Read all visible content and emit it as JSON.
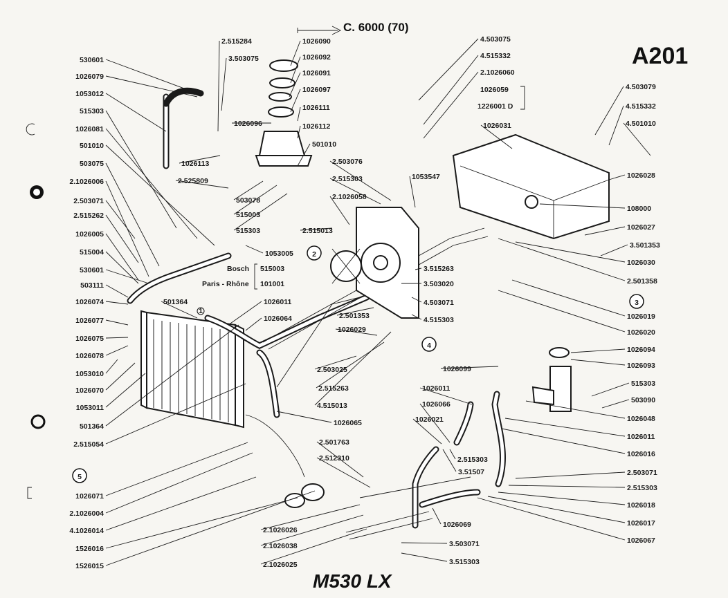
{
  "plate_id": "A201",
  "model": "M530 LX",
  "header_ref": "C. 6000 (70)",
  "arrow_glyph": "⟼",
  "callouts": [
    "1",
    "2",
    "3",
    "4",
    "5"
  ],
  "variants": {
    "label_a": "Bosch",
    "label_b": "Paris - Rhône",
    "part_a": "515003",
    "part_b": "101001"
  },
  "left_parts": [
    "530601",
    "1026079",
    "1053012",
    "515303",
    "1026081",
    "501010",
    "503075",
    "2.1026006",
    "2.503071",
    "2.515262",
    "1026005",
    "515004",
    "530601",
    "503111",
    "1026074",
    "1026077",
    "1026075",
    "1026078",
    "1053010",
    "1026070",
    "1053011",
    "501364",
    "2.515054",
    "1026071",
    "2.1026004",
    "4.1026014",
    "1526016",
    "1526015"
  ],
  "top_center_parts": [
    "2.515284",
    "3.503075",
    "1026090",
    "1026092",
    "1026091",
    "1026097",
    "1026111",
    "1026096",
    "1026112",
    "1026113",
    "501010",
    "2.525809",
    "503078",
    "515003",
    "515303",
    "1053005"
  ],
  "mid_parts": [
    "2.503076",
    "2.515303",
    "2.1026058",
    "1053547",
    "2.515013",
    "3.515263",
    "3.503020",
    "4.503071",
    "4.515303",
    "2.501353",
    "1026029",
    "501364",
    "1026011",
    "1026064",
    "2.503025",
    "2.515263",
    "4.515013",
    "1026065"
  ],
  "top_right_parts": [
    "4.503075",
    "4.515332",
    "2.1026060",
    "1026059",
    "1226001 D",
    "1026031",
    "4.503079",
    "4.515332",
    "4.501010",
    "1026028",
    "108000",
    "1026027",
    "3.501353",
    "1026030",
    "2.501358"
  ],
  "right_parts": [
    "1026019",
    "1026020",
    "1026094",
    "1026093",
    "515303",
    "503090",
    "1026048",
    "1026011",
    "1026016",
    "2.503071",
    "2.515303",
    "1026018",
    "1026017",
    "1026067"
  ],
  "bottom_parts": [
    "1026099",
    "1026011",
    "1026066",
    "1026021",
    "2.501763",
    "2.512310",
    "2.515303",
    "3.51507",
    "2.1026026",
    "2.1026038",
    "2.1026025",
    "1026069",
    "3.503071",
    "3.515303"
  ]
}
